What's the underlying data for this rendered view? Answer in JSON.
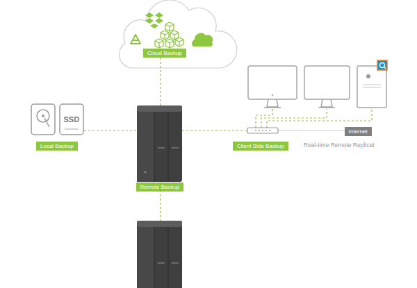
{
  "diagram": {
    "nodes": [
      {
        "text": [
          "Cloud Backup"
        ]
      },
      {
        "text": [
          "Internet"
        ]
      },
      {
        "text": [
          "Local Backup"
        ]
      },
      {
        "text": [
          "Client Side Backup"
        ]
      },
      {
        "text": [
          "Remote Backup"
        ]
      }
    ],
    "labels": [
      "SSD",
      "Real-time Remote Replicat"
    ]
  }
}
